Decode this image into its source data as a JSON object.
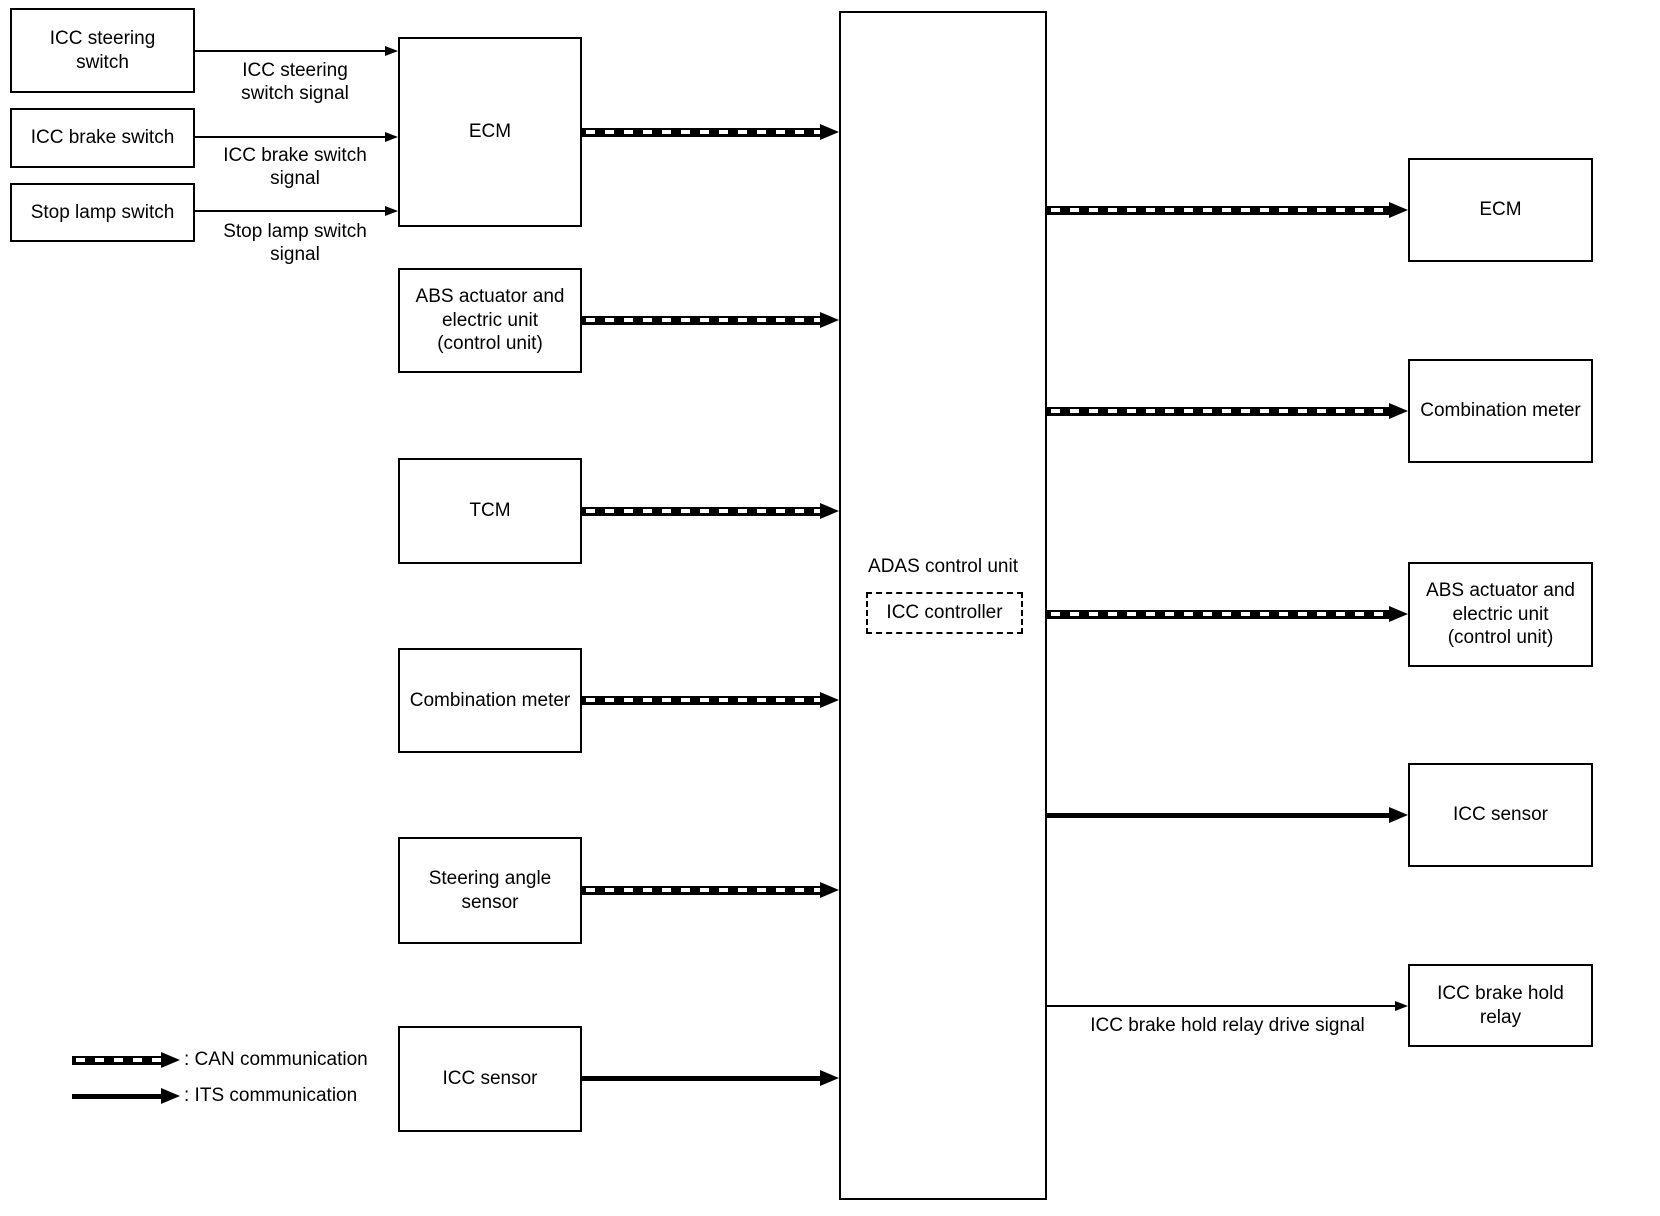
{
  "nodes": {
    "icc_steering_switch": {
      "label": "ICC steering\nswitch"
    },
    "icc_brake_switch": {
      "label": "ICC brake switch"
    },
    "stop_lamp_switch": {
      "label": "Stop lamp switch"
    },
    "ecm_left": {
      "label": "ECM"
    },
    "abs_left": {
      "label": "ABS actuator and\nelectric unit\n(control unit)"
    },
    "tcm": {
      "label": "TCM"
    },
    "combination_meter_left": {
      "label": "Combination meter"
    },
    "steering_angle_sensor": {
      "label": "Steering angle\nsensor"
    },
    "icc_sensor_left": {
      "label": "ICC sensor"
    },
    "adas_control_unit": {
      "label": "ADAS control unit"
    },
    "icc_controller": {
      "label": "ICC controller"
    },
    "ecm_right": {
      "label": "ECM"
    },
    "combination_meter_right": {
      "label": "Combination meter"
    },
    "abs_right": {
      "label": "ABS actuator and\nelectric unit\n(control unit)"
    },
    "icc_sensor_right": {
      "label": "ICC sensor"
    },
    "icc_brake_hold_relay": {
      "label": "ICC brake hold\nrelay"
    }
  },
  "connections": [
    {
      "from": "ICC steering switch",
      "to": "ECM",
      "type": "signal",
      "label": "ICC steering\nswitch signal"
    },
    {
      "from": "ICC brake switch",
      "to": "ECM",
      "type": "signal",
      "label": "ICC brake switch\nsignal"
    },
    {
      "from": "Stop lamp switch",
      "to": "ECM",
      "type": "signal",
      "label": "Stop lamp switch\nsignal"
    },
    {
      "from": "ECM",
      "to": "ADAS control unit",
      "type": "CAN"
    },
    {
      "from": "ABS actuator and electric unit (control unit)",
      "to": "ADAS control unit",
      "type": "CAN"
    },
    {
      "from": "TCM",
      "to": "ADAS control unit",
      "type": "CAN"
    },
    {
      "from": "Combination meter",
      "to": "ADAS control unit",
      "type": "CAN"
    },
    {
      "from": "Steering angle sensor",
      "to": "ADAS control unit",
      "type": "CAN"
    },
    {
      "from": "ICC sensor",
      "to": "ADAS control unit",
      "type": "ITS"
    },
    {
      "from": "ADAS control unit",
      "to": "ECM",
      "type": "CAN"
    },
    {
      "from": "ADAS control unit",
      "to": "Combination meter",
      "type": "CAN"
    },
    {
      "from": "ADAS control unit",
      "to": "ABS actuator and electric unit (control unit)",
      "type": "CAN"
    },
    {
      "from": "ADAS control unit",
      "to": "ICC sensor",
      "type": "ITS"
    },
    {
      "from": "ADAS control unit",
      "to": "ICC brake hold relay",
      "type": "signal",
      "label": "ICC brake hold relay drive signal"
    }
  ],
  "legend": {
    "can": ": CAN communication",
    "its": ": ITS communication"
  },
  "colors": {
    "line": "#000000",
    "background": "#ffffff"
  }
}
